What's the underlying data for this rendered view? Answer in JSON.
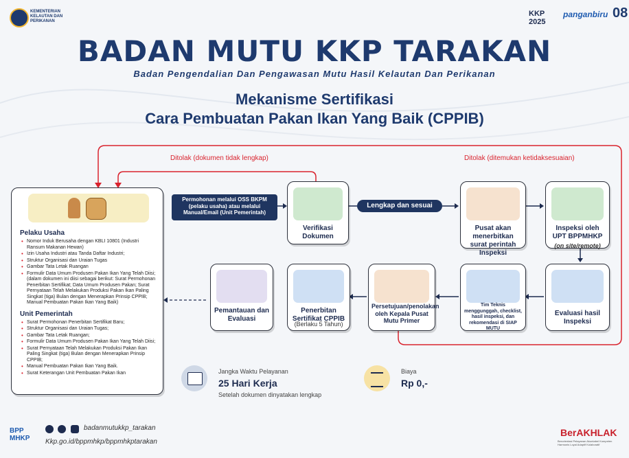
{
  "header": {
    "kkp_logo_text": "KEMENTERIAN KELAUTAN DAN PERIKANAN",
    "logo_kkp2025": "KKP 2025",
    "logo_panganbiru": "panganbiru",
    "logo_right": "08"
  },
  "titles": {
    "main": "BADAN MUTU KKP TARAKAN",
    "subtitle": "Badan Pengendalian Dan Pengawasan Mutu Hasil Kelautan Dan Perikanan",
    "mech_line1": "Mekanisme Sertifikasi",
    "mech_line2": "Cara Pembuatan Pakan Ikan Yang Baik (CPPIB)"
  },
  "flow": {
    "rejected_doc": "Ditolak (dokumen tidak lengkap)",
    "rejected_inspect": "Ditolak (ditemukan ketidaksesuaian)",
    "submit_pill": "Permohonan melalui OSS BKPM (pelaku usaha) atau melalui Manual/Email (Unit Pemerintah)",
    "complete_pill": "Lengkap dan sesuai",
    "verif": "Verifikasi Dokumen",
    "pusat": "Pusat akan menerbitkan surat perintah Inspeksi",
    "inspeksi": "Inspeksi oleh UPT BPPMHKP",
    "inspeksi_sub": "(on site/remote)",
    "evaluasi": "Evaluasi hasil Inspeksi",
    "timteknis": "Tim Teknis menggunggah, checklist, hasil inspeksi, dan rekomendasi di SIAP MUTU",
    "persetujuan": "Persetujuan/penolakan oleh Kepala Pusat Mutu Primer",
    "penerbitan": "Penerbitan Sertifikat CPPIB",
    "penerbitan_sub": "(Berlaku 5 Tahun)",
    "pemantauan": "Pemantauan dan Evaluasi"
  },
  "left_panel": {
    "pelaku_title": "Pelaku Usaha",
    "pelaku_items": [
      "Nomor Induk Berusaha dengan KBLI 10801 (Industri Ransum Makanan Hewan)",
      "Izin Usaha Industri atau Tanda Daftar Industri;",
      "Struktur Organisasi dan Uraian Tugas",
      "Gambar Tata Letak Ruangan",
      "Formulir Data Umum Produsen Pakan Ikan Yang Telah Diisi; (dalam dokumen ini diisi sebagai berikut: Surat Permohonan Penerbitan Sertifikat; Data Umum Produsen Pakan; Surat Pernyataan Telah Melakukan Produksi Pakan Ikan Paling Singkat (tiga) Bulan dengan Menerapkan Prinsip CPPIB; Manual Pembuatan Pakan Ikan Yang Baik)"
    ],
    "unit_title": "Unit Pemerintah",
    "unit_items": [
      "Surat Permohonan Penerbitan Sertifikat Baru;",
      "Struktur Organisasi dan Uraian Tugas;",
      "Gambar Tata Letak Ruangan;",
      "Formulir Data Umum Produsen Pakan Ikan Yang Telah Diisi;",
      "Surat Pernyataan Telah Melakukan Produksi Pakan Ikan Paling Singkat (tiga) Bulan dengan Menerapkan Prinsip CPPIB;",
      "Manual Pembuatan Pakan Ikan Yang Baik.",
      "Surat Keterangan Unit Pembuatan Pakan Ikan"
    ]
  },
  "service": {
    "period_label": "Jangka Waktu Pelayanan",
    "period_value": "25 Hari Kerja",
    "period_note": "Setelah dokumen dinyatakan lengkap",
    "cost_label": "Biaya",
    "cost_value": "Rp 0,-"
  },
  "footer": {
    "bpp_logo": "BPP MHKP",
    "handle": "badanmutukkp_tarakan",
    "url": "Kkp.go.id/bppmhkp/bppmhkptarakan",
    "berakhlak": "BerAKHLAK",
    "berakhlak_sub": "Berorientasi Pelayanan Akuntabel Kompeten Harmonis Loyal Adaptif Kolaboratif"
  },
  "colors": {
    "navy": "#1f3560",
    "red": "#d9232e",
    "bg": "#f4f6f9"
  }
}
